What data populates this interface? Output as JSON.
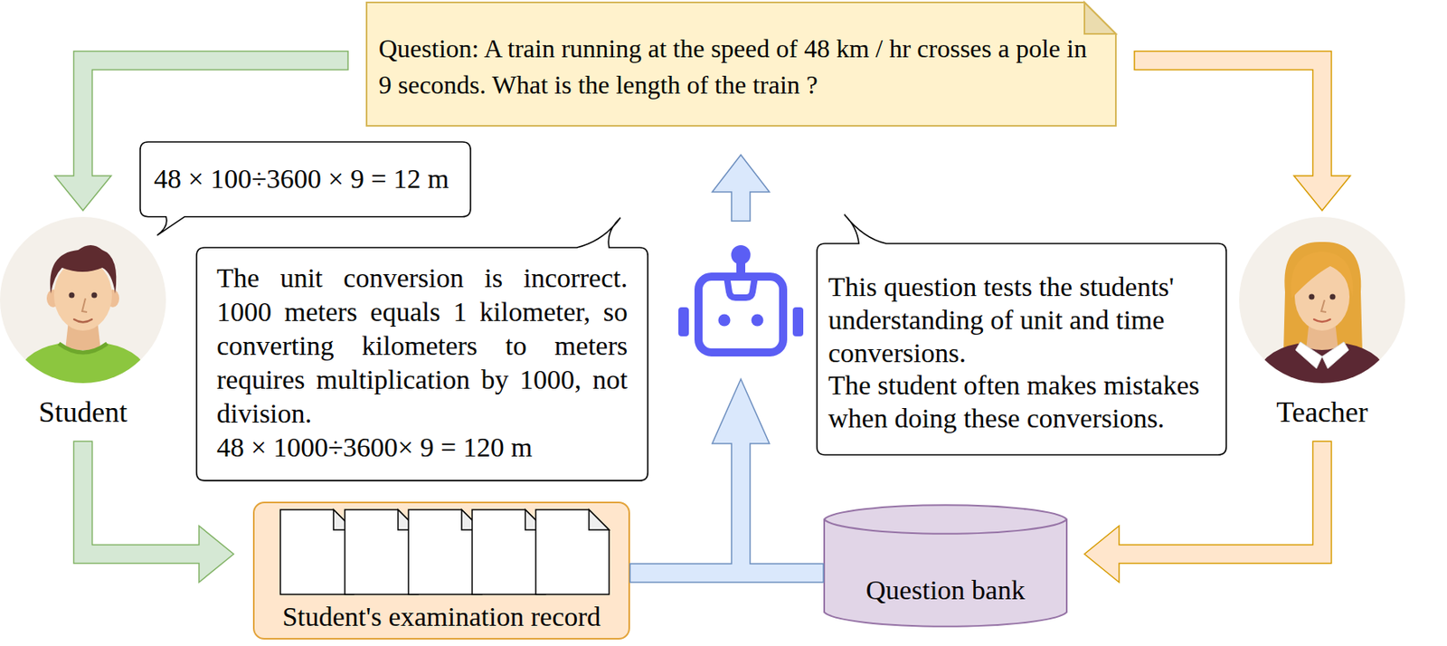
{
  "diagram": {
    "nodes": [
      {
        "text": [
          "Question: A train running at the speed of 48 km / hr crosses a pole in 9 seconds. What is the length of the train ?"
        ]
      },
      {
        "text": [
          "48 × 100÷3600 × 9 = 12 m"
        ]
      },
      {
        "text": [
          "Student"
        ]
      },
      {
        "text": [
          "The unit conversion is incorrect. 1000 meters equals 1 kilometer, so converting kilometers to meters requires multiplication by 1000, not division.",
          "48 × 1000÷3600× 9 = 120 m"
        ]
      },
      {
        "text": [
          "This question tests the students' understanding of unit and time conversions.",
          "The student often makes mistakes when doing these conversions."
        ]
      },
      {
        "text": [
          "Teacher"
        ]
      },
      {
        "text": [
          "Student's examination record"
        ]
      },
      {
        "text": [
          "Question bank"
        ]
      }
    ],
    "edges": [
      {
        "from": 0,
        "to": 2,
        "arrow": "to"
      },
      {
        "from": 0,
        "to": 5,
        "arrow": "to"
      },
      {
        "from": 2,
        "to": 6,
        "arrow": "to"
      },
      {
        "from": 5,
        "to": 7,
        "arrow": "to"
      }
    ]
  }
}
